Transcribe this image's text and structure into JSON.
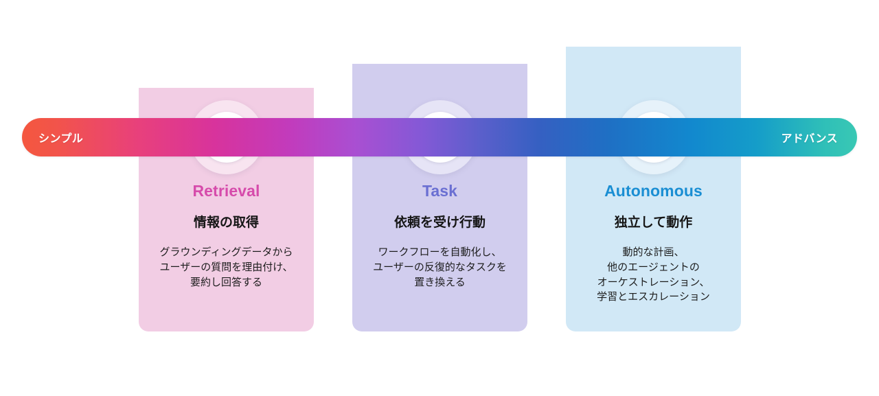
{
  "spectrum": {
    "left_label": "シンプル",
    "right_label": "アドバンス",
    "gradient_start_color": "#f4573f",
    "gradient_mid_color": "#a94fd2",
    "gradient_end_color": "#39c8b4"
  },
  "stages": [
    {
      "icon": "chat-bubbles-icon",
      "name": "Retrieval",
      "headline": "情報の取得",
      "description": "グラウンディングデータから\nユーザーの質問を理由付け、\n要約し回答する",
      "accent_color": "#d64bab",
      "card_color": "#f2cde4"
    },
    {
      "icon": "workflow-hierarchy-icon",
      "name": "Task",
      "headline": "依頼を受け行動",
      "description": "ワークフローを自動化し、\nユーザーの反復的なタスクを\n置き換える",
      "accent_color": "#6a6fd2",
      "card_color": "#d1cdee"
    },
    {
      "icon": "robot-arm-icon",
      "name": "Autonomous",
      "headline": "独立して動作",
      "description": "動的な計画、\n他のエージェントの\nオーケストレーション、\n学習とエスカレーション",
      "accent_color": "#1a8ed3",
      "card_color": "#d1e8f6"
    }
  ]
}
